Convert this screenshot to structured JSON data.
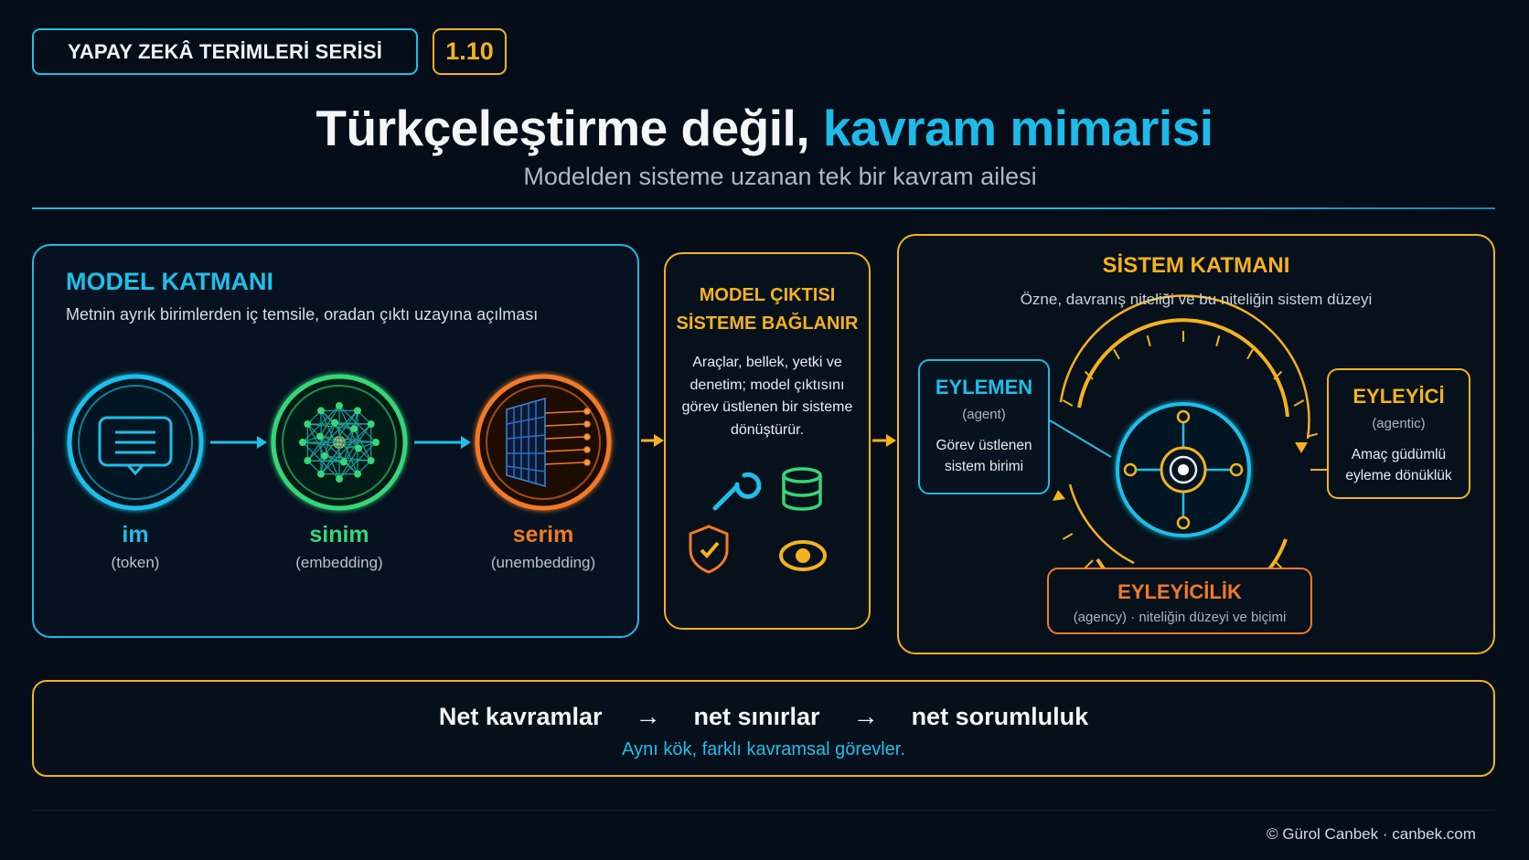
{
  "header": {
    "series_label": "YAPAY ZEKÂ TERİMLERİ SERİSİ",
    "number": "1.10",
    "title_main": "Türkçeleştirme değil, ",
    "title_accent": "kavram mimarisi",
    "subtitle": "Modelden sisteme uzanan tek bir kavram ailesi"
  },
  "model_layer": {
    "title": "MODEL KATMANI",
    "description": "Metnin ayrık birimlerden iç temsile, oradan çıktı uzayına açılması",
    "nodes": [
      {
        "name": "im",
        "term": "(token)",
        "color": "#1fbfe9",
        "icon": "text-lines-icon"
      },
      {
        "name": "sinim",
        "term": "(embedding)",
        "color": "#35d67a",
        "icon": "network-icon"
      },
      {
        "name": "serim",
        "term": "(unembedding)",
        "color": "#f27a26",
        "icon": "projection-grid-icon"
      }
    ]
  },
  "bridge": {
    "title_line1": "MODEL ÇIKTISI",
    "title_line2": "SİSTEME BAĞLANIR",
    "description": "Araçlar, bellek, yetki ve denetim; model çıktısını görev üstlenen bir sisteme dönüştürür.",
    "icons": [
      "wrench-icon",
      "database-icon",
      "shield-check-icon",
      "eye-icon"
    ]
  },
  "system_layer": {
    "title": "SİSTEM KATMANI",
    "description": "Özne, davranış niteliği ve bu niteliğin sistem düzeyi",
    "agent": {
      "title": "EYLEMEN",
      "term": "(agent)",
      "desc_line1": "Görev üstlenen",
      "desc_line2": "sistem birimi"
    },
    "agentic": {
      "title": "EYLEYİCİ",
      "term": "(agentic)",
      "desc_line1": "Amaç güdümlü",
      "desc_line2": "eyleme dönüklük"
    },
    "agency": {
      "title": "EYLEYİCİLİK",
      "desc": "(agency) · niteliğin düzeyi ve biçimi"
    }
  },
  "bottom": {
    "step1": "Net kavramlar",
    "step2": "net sınırlar",
    "step3": "net sorumluluk",
    "arrow": "→",
    "tagline": "Aynı kök, farklı kavramsal görevler."
  },
  "footer": {
    "credit": "© Gürol Canbek · canbek.com"
  },
  "colors": {
    "cyan": "#1fbfe9",
    "yellow": "#f5b21d",
    "green": "#35d67a",
    "orange": "#f27a26",
    "background": "#050d18"
  }
}
